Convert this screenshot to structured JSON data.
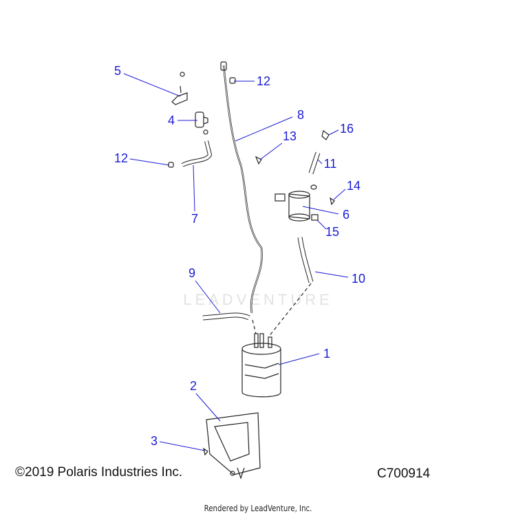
{
  "diagram": {
    "callouts": [
      {
        "id": "1",
        "label": "1"
      },
      {
        "id": "2",
        "label": "2"
      },
      {
        "id": "3",
        "label": "3"
      },
      {
        "id": "4",
        "label": "4"
      },
      {
        "id": "5",
        "label": "5"
      },
      {
        "id": "6",
        "label": "6"
      },
      {
        "id": "7",
        "label": "7"
      },
      {
        "id": "8",
        "label": "8"
      },
      {
        "id": "9",
        "label": "9"
      },
      {
        "id": "10",
        "label": "10"
      },
      {
        "id": "11",
        "label": "11"
      },
      {
        "id": "12a",
        "label": "12"
      },
      {
        "id": "12b",
        "label": "12"
      },
      {
        "id": "13",
        "label": "13"
      },
      {
        "id": "14",
        "label": "14"
      },
      {
        "id": "15",
        "label": "15"
      },
      {
        "id": "16",
        "label": "16"
      }
    ],
    "callout_color": "#1a1ad6",
    "watermark": "LEADVENTURE"
  },
  "footer": {
    "copyright": "©2019 Polaris Industries Inc.",
    "diagram_code": "C700914",
    "rendered_by": "Rendered by LeadVenture, Inc."
  }
}
